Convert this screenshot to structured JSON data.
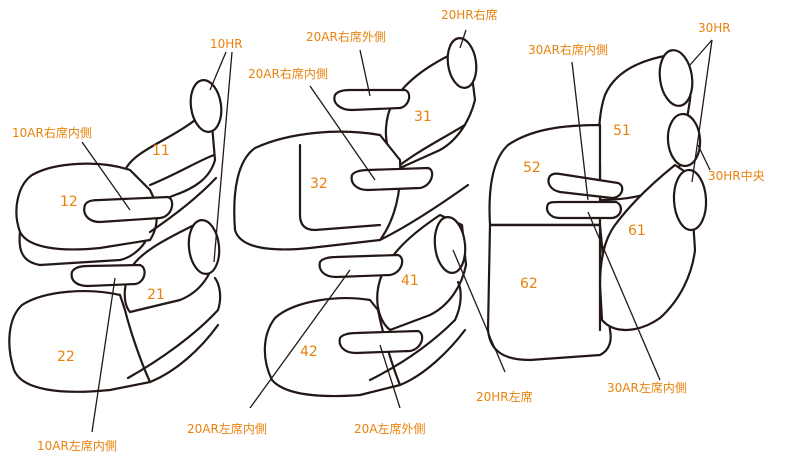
{
  "colors": {
    "label": "#e8820c",
    "outline": "#231815",
    "background": "#ffffff"
  },
  "seat_numbers": {
    "s11": "11",
    "s12": "12",
    "s21": "21",
    "s22": "22",
    "s31": "31",
    "s32": "32",
    "s41": "41",
    "s42": "42",
    "s51": "51",
    "s52": "52",
    "s61": "61",
    "s62": "62"
  },
  "labels": {
    "hr10": "10HR",
    "ar10_right_inner": "10AR右席内側",
    "ar10_left_inner": "10AR左席内側",
    "hr20_right": "20HR右席",
    "ar20_right_outer": "20AR右席外側",
    "ar20_right_inner": "20AR右席内側",
    "hr20_left": "20HR左席",
    "ar20_left_inner": "20AR左席内側",
    "a20_left_outer": "20A左席外側",
    "ar30_right_inner": "30AR右席内側",
    "hr30": "30HR",
    "hr30_center": "30HR中央",
    "ar30_left_inner": "30AR左席内側"
  }
}
